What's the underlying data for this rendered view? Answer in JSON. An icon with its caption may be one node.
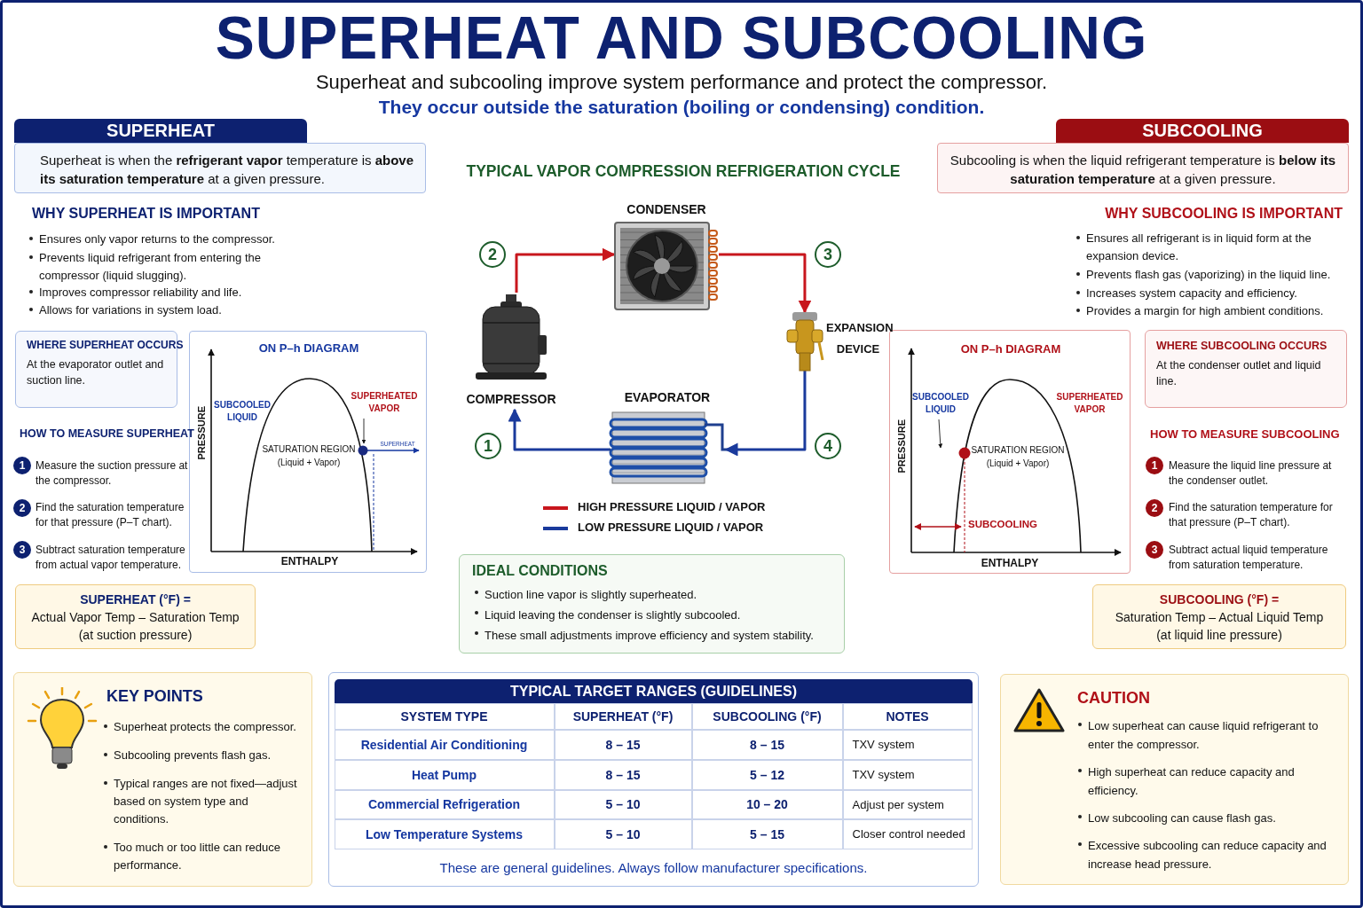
{
  "diagram": {
    "title": "SUPERHEAT AND SUBCOOLING",
    "nodes": [
      {
        "text": [
          "SUPERHEAT"
        ]
      },
      {
        "text": [
          "Superheat is when the **refrigerant vapor** temperature is **above its saturation temperature** at a given pressure."
        ]
      },
      {
        "text": [
          "WHERE SUPERHEAT OCCURS",
          "At the evaporator outlet and suction line."
        ]
      },
      {
        "text": [
          "ON P–h DIAGRAM",
          "PRESSURE",
          "SUBCOOLED LIQUID",
          "SUPERHEATED VAPOR",
          "SATURATION REGION (Liquid + Vapor)",
          "SUPERHEAT",
          "ENTHALPY"
        ]
      },
      {
        "text": [
          "SUPERHEAT (°F) =",
          "Actual Vapor Temp – Saturation Temp",
          "(at suction pressure)"
        ]
      },
      {
        "text": [
          "KEY POINTS",
          "Superheat protects the compressor.",
          "Subcooling prevents flash gas.",
          "Typical ranges are not fixed—adjust based on system type and conditions.",
          "Too much or too little can reduce performance."
        ]
      },
      {
        "text": [
          "SUBCOOLING"
        ]
      },
      {
        "text": [
          "Subcooling is when the liquid refrigerant temperature is **below its saturation temperature** at a given pressure."
        ]
      },
      {
        "text": [
          "ON P–h DIAGRAM",
          "PRESSURE",
          "SUBCOOLED LIQUID",
          "SUPERHEATED VAPOR",
          "SATURATION REGION (Liquid + Vapor)",
          "SUBCOOLING",
          "ENTHALPY"
        ]
      },
      {
        "text": [
          "WHERE SUBCOOLING OCCURS",
          "At the condenser outlet and liquid line."
        ]
      },
      {
        "text": [
          "SUBCOOLING (°F) =",
          "Saturation Temp – Actual Liquid Temp",
          "(at liquid line pressure)"
        ]
      },
      {
        "text": [
          "CAUTION",
          "Low superheat can cause liquid refrigerant to enter the compressor.",
          "High superheat can reduce capacity and efficiency.",
          "Low subcooling can cause flash gas.",
          "Excessive subcooling can reduce capacity and increase head pressure."
        ]
      },
      {
        "text": [
          "COMPRESSOR"
        ]
      },
      {
        "text": [
          "CONDENSER"
        ]
      },
      {
        "text": [
          "EXPANSION DEVICE"
        ]
      },
      {
        "text": [
          "EVAPORATOR"
        ]
      },
      {
        "text": [
          "IDEAL CONDITIONS",
          "Suction line vapor is slightly superheated.",
          "Liquid leaving the condenser is slightly subcooled.",
          "These small adjustments improve efficiency and system stability."
        ]
      },
      {
        "text": [
          "TYPICAL TARGET RANGES (GUIDELINES)",
          "These are general guidelines. Always follow manufacturer specifications."
        ]
      }
    ],
    "edges": [
      {
        "from": 12,
        "to": 13,
        "arrow": "to",
        "color": "#c8161d"
      },
      {
        "from": 13,
        "to": 14,
        "arrow": "to",
        "color": "#c8161d"
      },
      {
        "from": 14,
        "to": 15,
        "arrow": "to",
        "color": "#1a3a9c"
      },
      {
        "from": 15,
        "to": 12,
        "arrow": "to",
        "color": "#1a3a9c"
      }
    ],
    "labels": [
      "Superheat and subcooling improve system performance and protect the compressor.",
      "They occur outside the saturation (boiling or condensing) condition.",
      "TYPICAL VAPOR COMPRESSION REFRIGERATION CYCLE",
      "WHY SUPERHEAT IS IMPORTANT",
      "Ensures only vapor returns to the compressor.",
      "Prevents liquid refrigerant from entering the compressor (liquid slugging).",
      "Improves compressor reliability and life.",
      "Allows for variations in system load.",
      "WHY SUBCOOLING IS IMPORTANT",
      "Ensures all refrigerant is in liquid form at the expansion device.",
      "Prevents flash gas (vaporizing) in the liquid line.",
      "Increases system capacity and efficiency.",
      "Provides a margin for high ambient conditions.",
      "2",
      "3",
      "1",
      "4",
      "HOW TO MEASURE SUPERHEAT",
      "1",
      "Measure the suction pressure at the compressor.",
      "2",
      "Find the saturation temperature for that pressure (P–T chart).",
      "3",
      "Subtract saturation temperature from actual vapor temperature.",
      "HOW TO MEASURE SUBCOOLING",
      "1",
      "Measure the liquid line pressure at the condenser outlet.",
      "2",
      "Find the saturation temperature for that pressure (P–T chart).",
      "3",
      "Subtract actual liquid temperature from saturation temperature.",
      "SYSTEM TYPE",
      "SUPERHEAT (°F)",
      "SUBCOOLING (°F)",
      "NOTES",
      "Residential Air Conditioning",
      "8 – 15",
      "8 – 15",
      "TXV system",
      "Heat Pump",
      "8 – 15",
      "5 – 12",
      "TXV system",
      "Commercial Refrigeration",
      "5 – 10",
      "10 – 20",
      "Adjust per system",
      "Low Temperature Systems",
      "5 – 10",
      "5 – 15",
      "Closer control needed"
    ],
    "legend": [
      {
        "text": "HIGH PRESSURE LIQUID / VAPOR"
      },
      {
        "text": "LOW PRESSURE LIQUID / VAPOR"
      }
    ]
  }
}
